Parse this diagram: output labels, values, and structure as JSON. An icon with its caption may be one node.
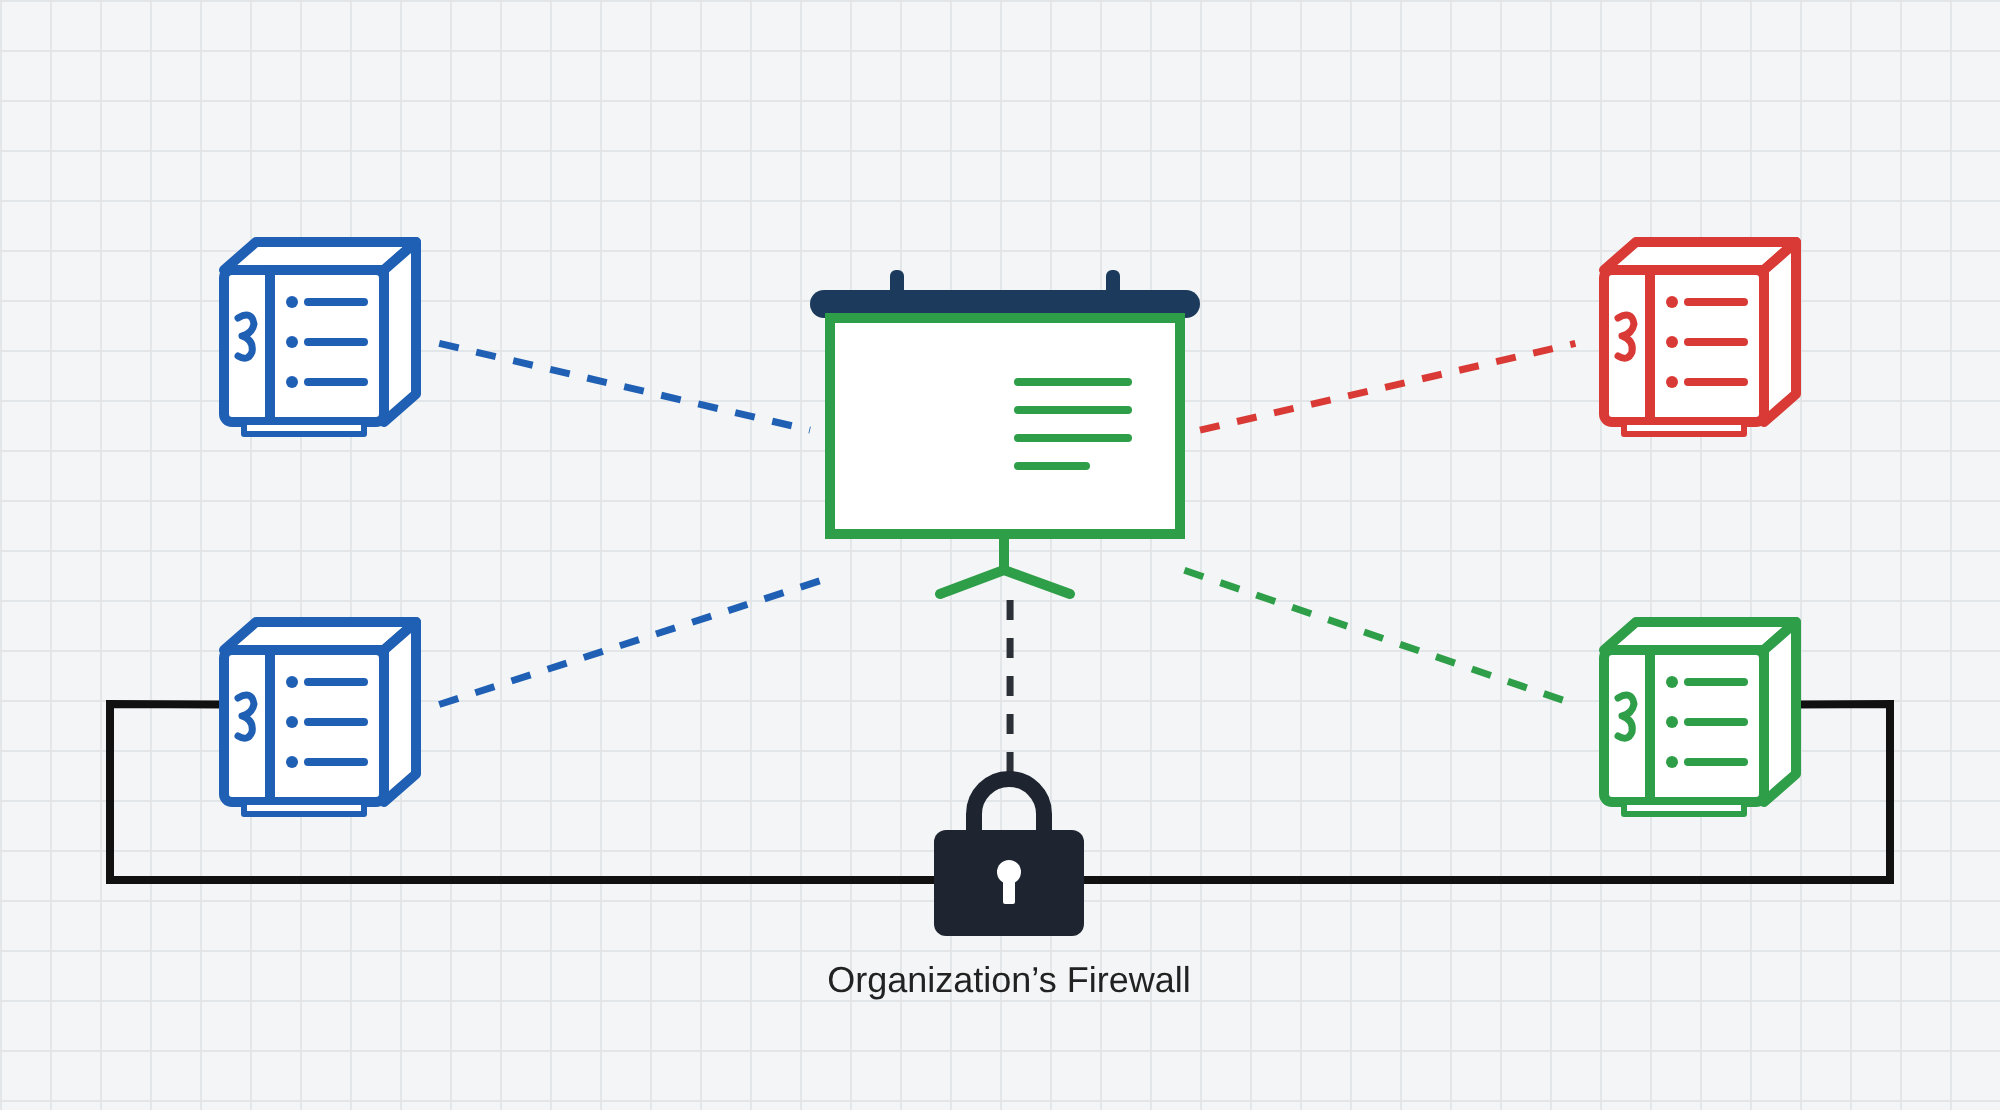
{
  "diagram": {
    "nodes": [
      {
        "text": [],
        "shape": "server"
      },
      {
        "text": [],
        "shape": "screen"
      },
      {
        "text": [],
        "shape": "server"
      },
      {
        "text": [],
        "shape": "server"
      },
      {
        "text": [],
        "shape": "server"
      },
      {
        "text": [],
        "shape": "lock",
        "beside": [
          "Organization’s Firewall"
        ]
      }
    ],
    "edges": [
      {
        "from": 0,
        "to": 1,
        "arrow": "none",
        "style": "dashed",
        "color": "#1f5fb4"
      },
      {
        "from": 3,
        "to": 1,
        "arrow": "none",
        "style": "dashed",
        "color": "#1f5fb4"
      },
      {
        "from": 1,
        "to": 2,
        "arrow": "none",
        "style": "dashed",
        "color": "#d93a35"
      },
      {
        "from": 1,
        "to": 4,
        "arrow": "none",
        "style": "dashed",
        "color": "#2e9e48"
      },
      {
        "from": 1,
        "to": 5,
        "arrow": "none",
        "style": "dashed",
        "color": "#2b2f36"
      },
      {
        "from": 3,
        "to": 5,
        "arrow": "none",
        "color": "#111111"
      },
      {
        "from": 5,
        "to": 4,
        "arrow": "none",
        "color": "#111111"
      }
    ]
  }
}
